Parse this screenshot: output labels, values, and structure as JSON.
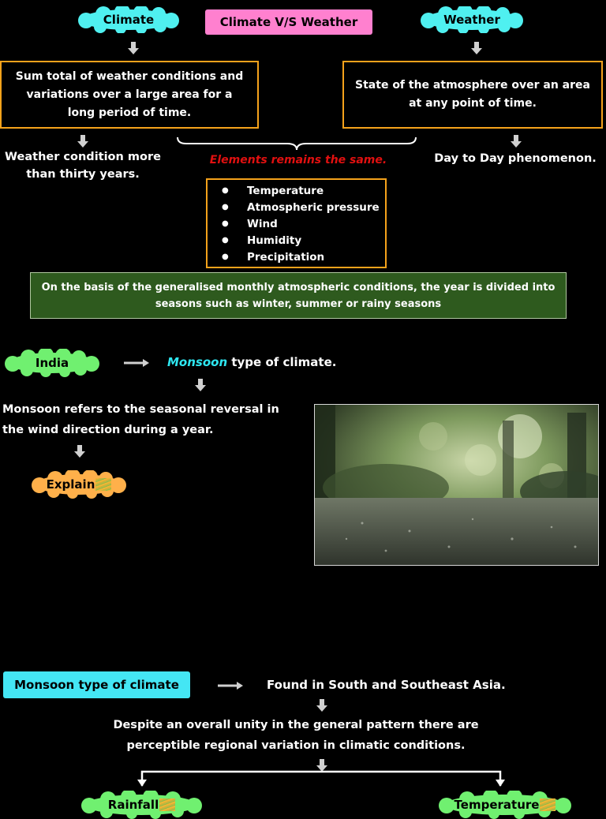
{
  "header": {
    "title": "Climate V/S Weather",
    "climate_label": "Climate",
    "weather_label": "Weather"
  },
  "climate": {
    "definition": "Sum total of weather conditions and variations over a large area for a long period  of time.",
    "note": "Weather condition more than thirty years."
  },
  "weather": {
    "definition": "State of the atmosphere over an area at any  point of time.",
    "note": "Day to Day phenomenon."
  },
  "elements": {
    "title": "Elements remains the same.",
    "items": [
      "Temperature",
      "Atmospheric pressure",
      "Wind",
      "Humidity",
      "Precipitation"
    ]
  },
  "seasons_note": "On the basis of the generalised monthly atmospheric conditions, the year is divided into seasons such as winter, summer or rainy seasons",
  "india": {
    "label": "India",
    "monsoon_word": "Monsoon",
    "climate_rest": " type of climate.",
    "definition": "Monsoon refers to the seasonal reversal in the wind direction during a year.",
    "explain_label": "Explain"
  },
  "monsoon": {
    "label": "Monsoon type of climate",
    "found": "Found in South and Southeast Asia.",
    "variation": "Despite an overall unity in the general pattern there are perceptible regional variation in climatic conditions.",
    "rainfall_label": "Rainfall",
    "temperature_label": "Temperature"
  },
  "colors": {
    "cloud_cyan": "#4ff0f0",
    "title_pink": "#ff80cf",
    "box_orange": "#f5a21b",
    "elements_red": "#e01010",
    "seasons_green": "#2e5a1e",
    "cloud_green": "#70f070",
    "explain_orange": "#ffb04a",
    "monsoon_cyan": "#2ee6f0",
    "monsoon_box": "#44e6f4"
  }
}
